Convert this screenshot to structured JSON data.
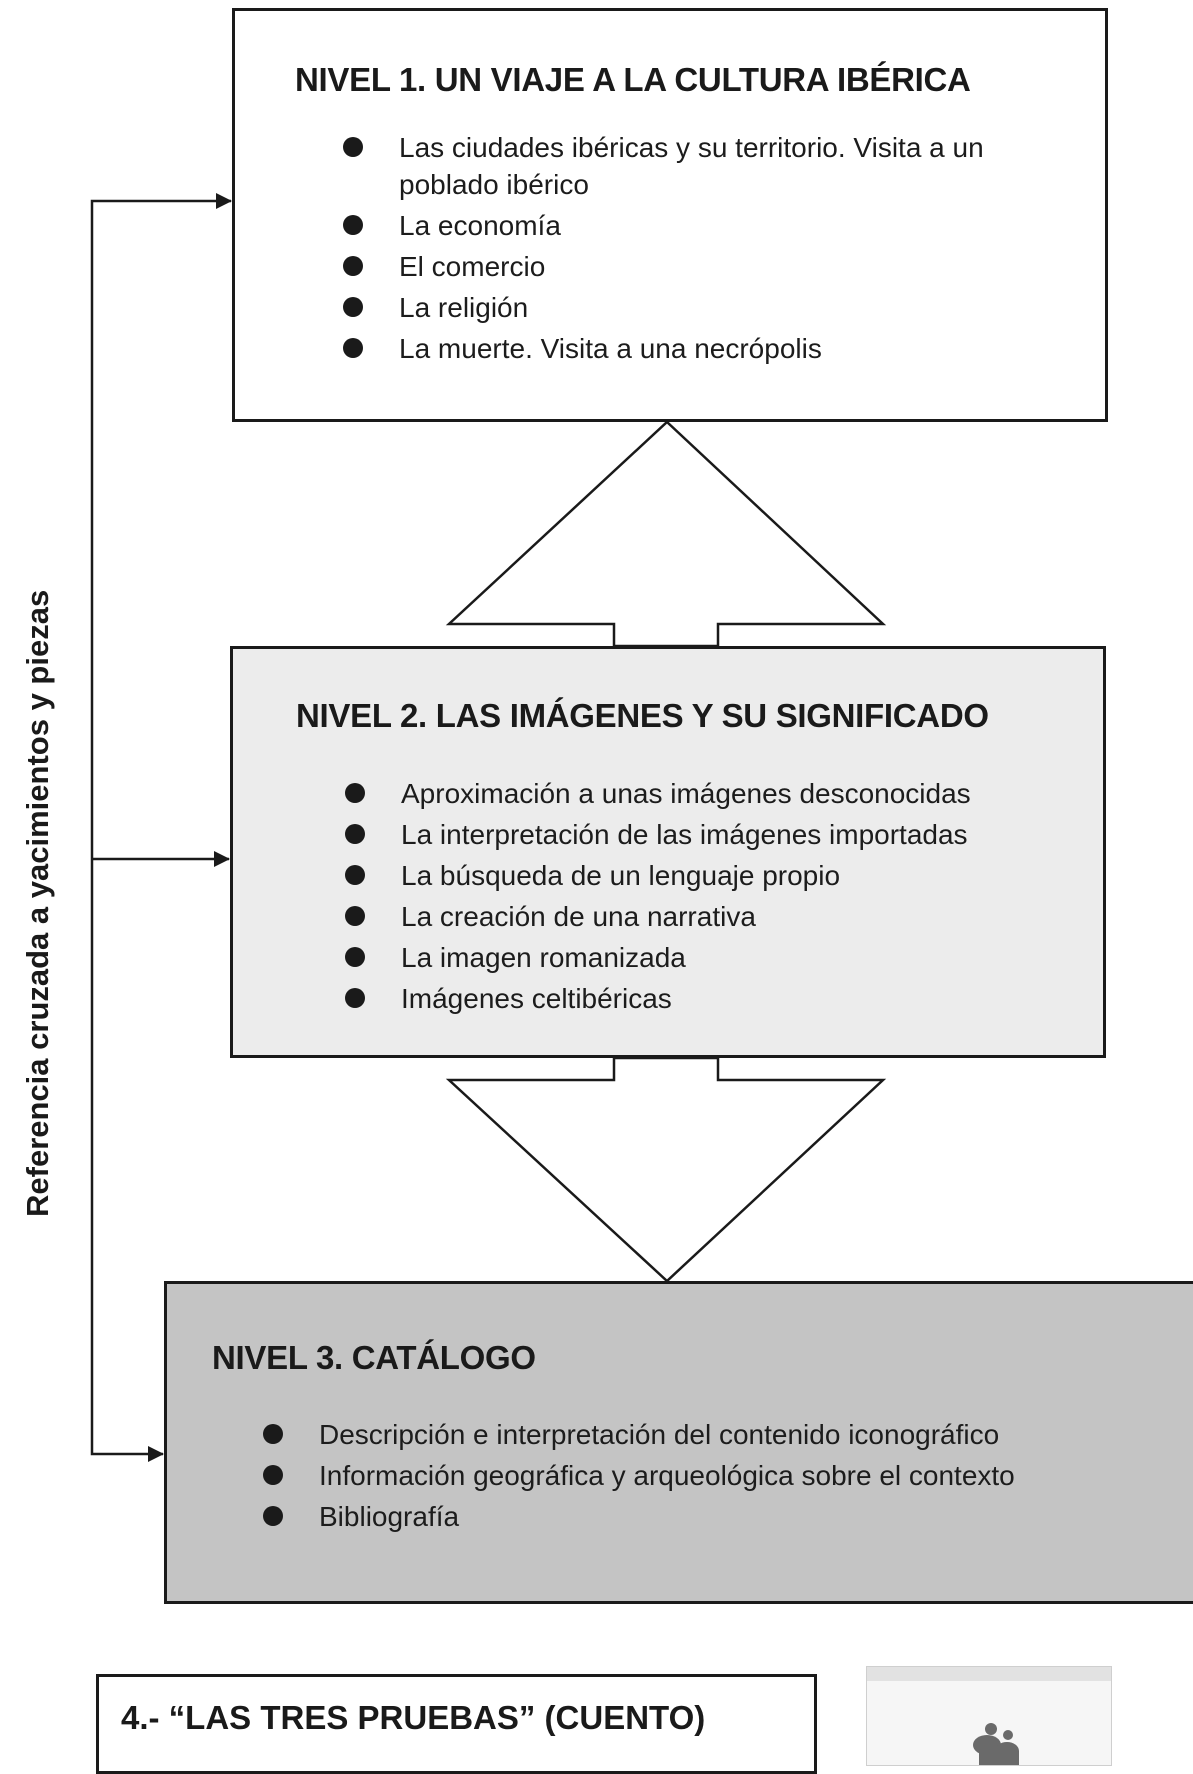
{
  "side_label": "Referencia cruzada a yacimientos y piezas",
  "levels": [
    {
      "title": "NIVEL 1. UN VIAJE A LA CULTURA IBÉRICA",
      "items": [
        "Las ciudades ibéricas y su territorio. Visita a un poblado ibérico",
        "La economía",
        "El comercio",
        "La religión",
        "La muerte. Visita a una necrópolis"
      ]
    },
    {
      "title": "NIVEL 2. LAS IMÁGENES Y SU SIGNIFICADO",
      "items": [
        "Aproximación a unas imágenes desconocidas",
        "La interpretación de las imágenes importadas",
        "La búsqueda de un lenguaje propio",
        "La creación de una narrativa",
        "La imagen romanizada",
        "Imágenes celtibéricas"
      ]
    },
    {
      "title": "NIVEL 3. CATÁLOGO",
      "items": [
        "Descripción e interpretación del contenido iconográfico",
        "Información geográfica y arqueológica sobre el contexto",
        "Bibliografía"
      ]
    }
  ],
  "section": {
    "title": "4.- “LAS TRES PRUEBAS” (CUENTO)"
  },
  "colors": {
    "level1_fill": "#ffffff",
    "level2_fill": "#ececec",
    "level3_fill": "#c4c4c4",
    "line": "#1a1a1a"
  },
  "icons": {
    "bullet": "filled-circle",
    "arrow": "arrowhead-right",
    "connector": "double-headed-block-arrow"
  }
}
